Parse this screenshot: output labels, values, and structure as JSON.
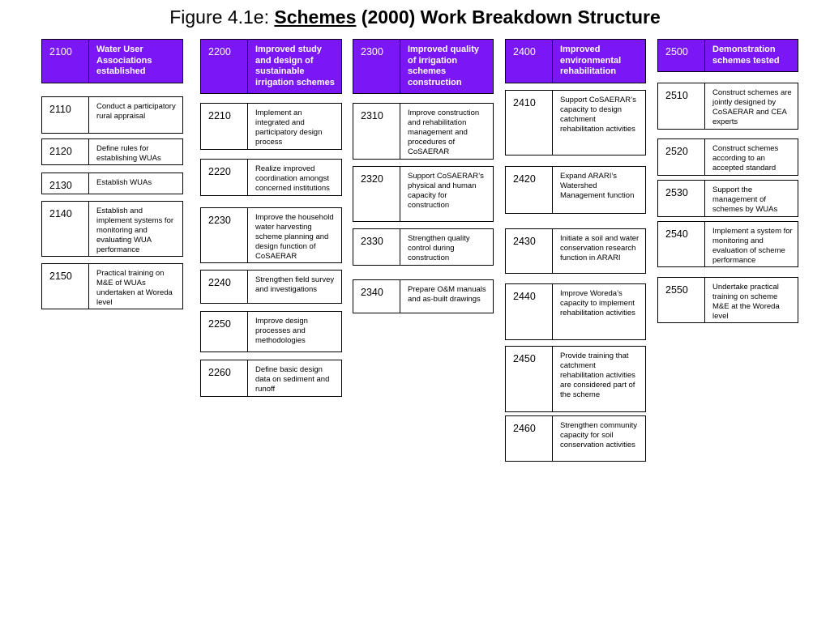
{
  "title": {
    "prefix": "Figure  4.1e: ",
    "underlined": "Schemes",
    "suffix": " (2000) Work Breakdown Structure"
  },
  "colors": {
    "header_fill": "#7b16f5",
    "header_text": "#ffffff",
    "border": "#000000"
  },
  "columns": [
    {
      "header": {
        "code": "2100",
        "label": "Water User Associations established"
      },
      "items": [
        {
          "code": "2110",
          "label": "Conduct a participatory rural appraisal"
        },
        {
          "code": "2120",
          "label": "Define rules for establishing WUAs"
        },
        {
          "code": "2130",
          "label": "Establish WUAs"
        },
        {
          "code": "2140",
          "label": "Establish and implement systems for monitoring and evaluating WUA performance"
        },
        {
          "code": "2150",
          "label": "Practical training on M&E of WUAs undertaken at Woreda level"
        }
      ]
    },
    {
      "header": {
        "code": "2200",
        "label": "Improved study and design of sustainable irrigation schemes"
      },
      "items": [
        {
          "code": "2210",
          "label": "Implement an integrated and participatory design process"
        },
        {
          "code": "2220",
          "label": "Realize improved coordination amongst concerned institutions"
        },
        {
          "code": "2230",
          "label": "Improve the household water harvesting scheme planning and design function of CoSAERAR"
        },
        {
          "code": "2240",
          "label": "Strengthen field survey and investigations"
        },
        {
          "code": "2250",
          "label": "Improve design processes and methodologies"
        },
        {
          "code": "2260",
          "label": "Define basic design data on sediment and runoff"
        }
      ]
    },
    {
      "header": {
        "code": "2300",
        "label": "Improved quality of irrigation schemes construction"
      },
      "items": [
        {
          "code": "2310",
          "label": "Improve construction and rehabilitation management and procedures of CoSAERAR"
        },
        {
          "code": "2320",
          "label": "Support CoSAERAR’s physical and human capacity for construction"
        },
        {
          "code": "2330",
          "label": "Strengthen quality control during construction"
        },
        {
          "code": "2340",
          "label": "Prepare O&M manuals and as-built drawings"
        }
      ]
    },
    {
      "header": {
        "code": "2400",
        "label": "Improved environmental rehabilitation"
      },
      "items": [
        {
          "code": "2410",
          "label": "Support CoSAERAR’s capacity to design catchment rehabilitation activities"
        },
        {
          "code": "2420",
          "label": "Expand ARARI’s Watershed Management function"
        },
        {
          "code": "2430",
          "label": "Initiate a soil and water conservation research function in ARARI"
        },
        {
          "code": "2440",
          "label": "Improve Woreda’s capacity to implement rehabilitation activities"
        },
        {
          "code": "2450",
          "label": "Provide training that catchment rehabilitation activities are considered part of the scheme"
        },
        {
          "code": "2460",
          "label": "Strengthen community capacity for soil conservation activities"
        }
      ]
    },
    {
      "header": {
        "code": "2500",
        "label": "Demonstration schemes tested"
      },
      "items": [
        {
          "code": "2510",
          "label": "Construct schemes are jointly designed by CoSAERAR and CEA experts"
        },
        {
          "code": "2520",
          "label": "Construct schemes according to an accepted standard"
        },
        {
          "code": "2530",
          "label": "Support the management of schemes by WUAs"
        },
        {
          "code": "2540",
          "label": "Implement a system for monitoring and evaluation of scheme performance"
        },
        {
          "code": "2550",
          "label": "Undertake practical training on scheme M&E at the Woreda level"
        }
      ]
    }
  ]
}
